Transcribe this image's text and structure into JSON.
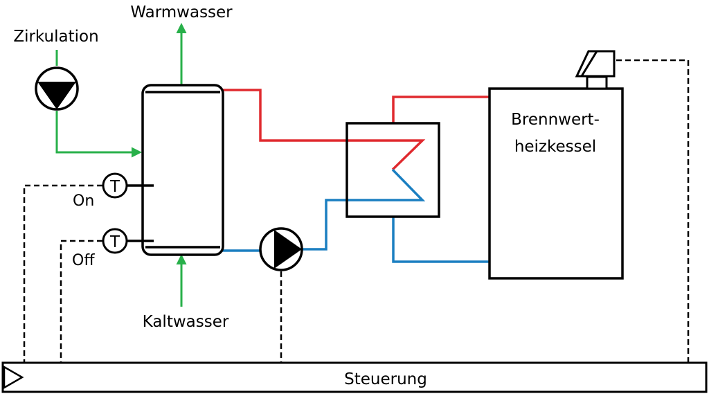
{
  "labels": {
    "warm_water": "Warmwasser",
    "circulation": "Zirkulation",
    "cold_water": "Kaltwasser",
    "boiler_line1": "Brennwert-",
    "boiler_line2": "heizkessel",
    "on": "On",
    "off": "Off",
    "sensor_on": "T",
    "sensor_off": "T",
    "control": "Steuerung"
  },
  "colors": {
    "hot": "#e02a2f",
    "cold": "#1b7fc1",
    "drinking_water": "#28b04a",
    "line": "#000000"
  }
}
